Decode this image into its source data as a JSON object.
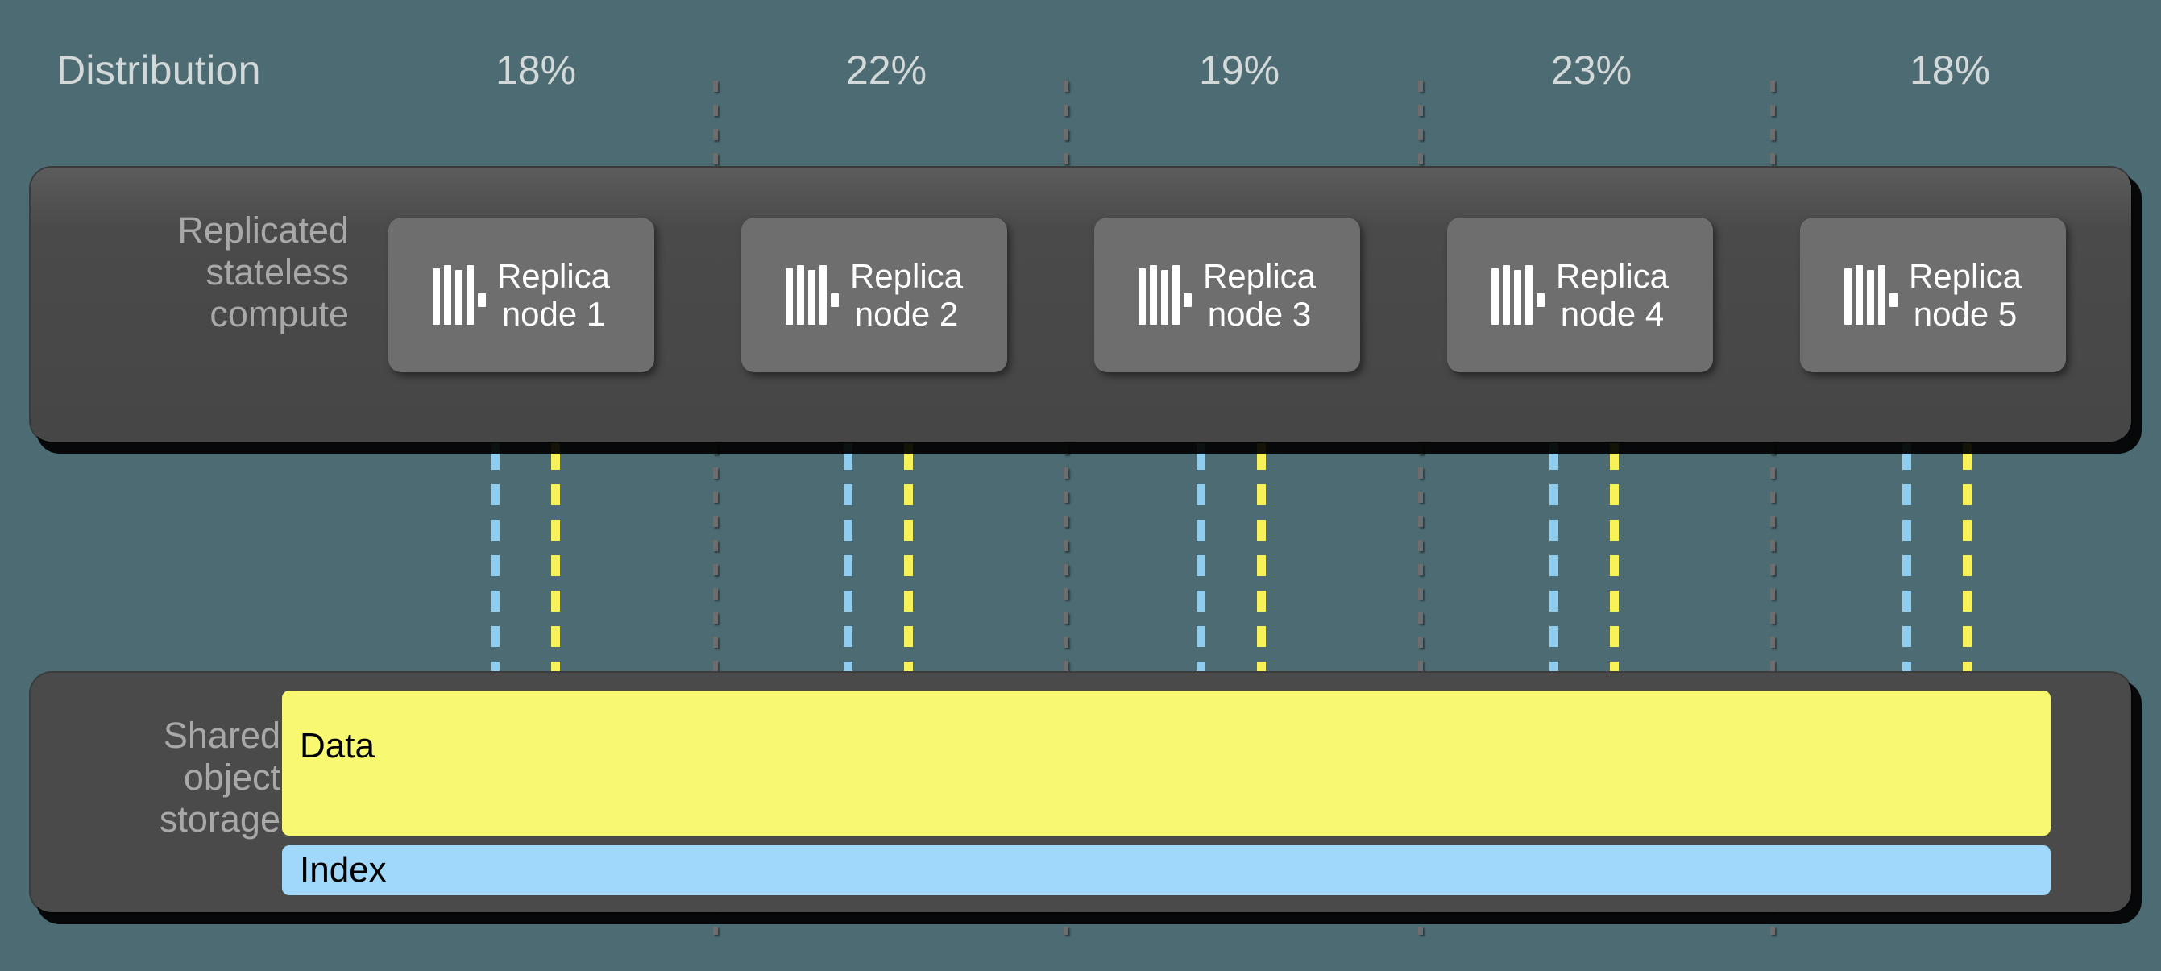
{
  "background_color": "#4d6b73",
  "header": {
    "label": "Distribution",
    "distribution": [
      "18%",
      "22%",
      "19%",
      "23%",
      "18%"
    ]
  },
  "compute": {
    "label": "Replicated\nstateless\ncompute",
    "label_line1": "Replicated",
    "label_line2": "stateless",
    "label_line3": "compute",
    "node_color": "#6e6e6e",
    "container_color": "#4a4a4a",
    "nodes": [
      {
        "icon": "server-bars-icon",
        "line1": "Replica",
        "line2": "node 1"
      },
      {
        "icon": "server-bars-icon",
        "line1": "Replica",
        "line2": "node 2"
      },
      {
        "icon": "server-bars-icon",
        "line1": "Replica",
        "line2": "node 3"
      },
      {
        "icon": "server-bars-icon",
        "line1": "Replica",
        "line2": "node 4"
      },
      {
        "icon": "server-bars-icon",
        "line1": "Replica",
        "line2": "node 5"
      }
    ]
  },
  "flows": {
    "index_color": "#8ecdf0",
    "data_color": "#f7f259",
    "direction": "storage-to-compute",
    "style": "dashed-up-arrow"
  },
  "storage": {
    "label_line1": "Shared",
    "label_line2": "object",
    "label_line3": "storage",
    "container_color": "#4a4a4a",
    "bars": [
      {
        "name": "Data",
        "color": "#f9f871"
      },
      {
        "name": "Index",
        "color": "#9fd8fa"
      }
    ]
  },
  "dividers": {
    "count": 4,
    "color": "#6d6d6d",
    "style": "dotted"
  }
}
